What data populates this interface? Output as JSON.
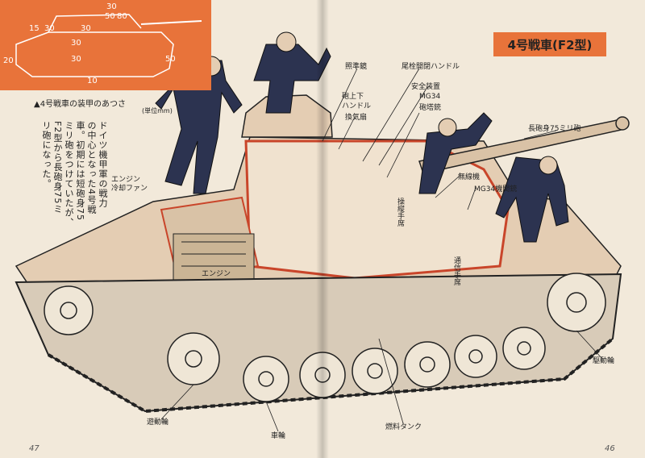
{
  "armor_diagram": {
    "caption": "▲4号戦車の装甲のあつさ",
    "unit": "(単位mm)",
    "values": {
      "top_30": "30",
      "top_50": "50",
      "top_80": "80",
      "turret_15": "15",
      "turret_30_left": "30",
      "turret_30_right": "30",
      "hull_30_top": "30",
      "hull_20": "20",
      "hull_30_mid": "30",
      "hull_50": "50",
      "hull_10": "10"
    }
  },
  "body_text": {
    "col1": "ドイツ機甲軍の戦力",
    "col2": "の中心となった4号戦",
    "col3": "車。初期には短砲身75",
    "col4": "ミリ砲をつけていたが、",
    "col5": "F2型から長砲身75ミ",
    "col6": "リ砲になった。"
  },
  "title": {
    "text": "4号戦車(F2型)"
  },
  "callouts": {
    "sight": "照準鏡",
    "breech_handle": "尾栓開閉ハンドル",
    "safety": "安全装置",
    "mg34_coax": "MG34",
    "mg34_coax_sub": "砲塔銃",
    "elevation": "砲上下",
    "elevation_sub": "ハンドル",
    "vent": "換気扇",
    "long_gun": "長砲身75ミリ砲",
    "radio": "無線機",
    "mg34_hull": "MG34機関銃",
    "engine_fan": "エンジン",
    "engine_fan_sub": "冷却ファン",
    "engine": "エンジン",
    "driver": "操縦手席",
    "radio_op": "通信手席",
    "drive_wheel": "駆動輪",
    "idler": "遊動輪",
    "road_wheel": "車輪",
    "fuel": "燃料タンク"
  },
  "pages": {
    "left": "47",
    "right": "46"
  },
  "colors": {
    "accent": "#e8733a",
    "paper": "#f2e9da",
    "ink": "#222222",
    "cutaway_red": "#c9452a"
  }
}
